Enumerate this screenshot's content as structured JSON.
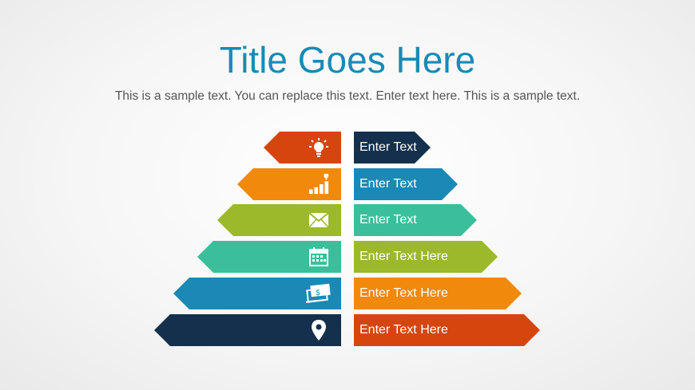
{
  "title": "Title Goes Here",
  "subtitle": "This is a sample text. You can replace this text. Enter text here. This is a sample text.",
  "rows": [
    {
      "label": "Enter Text",
      "left_color": "#d5460e",
      "right_color": "#14304d",
      "icon": "lightbulb-icon"
    },
    {
      "label": "Enter Text",
      "left_color": "#f0890c",
      "right_color": "#1b89b5",
      "icon": "bar-chart-trophy-icon"
    },
    {
      "label": "Enter Text",
      "left_color": "#9bb92a",
      "right_color": "#3bbf9b",
      "icon": "envelope-icon"
    },
    {
      "label": "Enter Text Here",
      "left_color": "#3bbf9b",
      "right_color": "#9bb92a",
      "icon": "calendar-icon"
    },
    {
      "label": "Enter Text Here",
      "left_color": "#1b89b5",
      "right_color": "#f0890c",
      "icon": "money-icon"
    },
    {
      "label": "Enter Text Here",
      "left_color": "#14304d",
      "right_color": "#d5460e",
      "icon": "map-pin-icon"
    }
  ]
}
